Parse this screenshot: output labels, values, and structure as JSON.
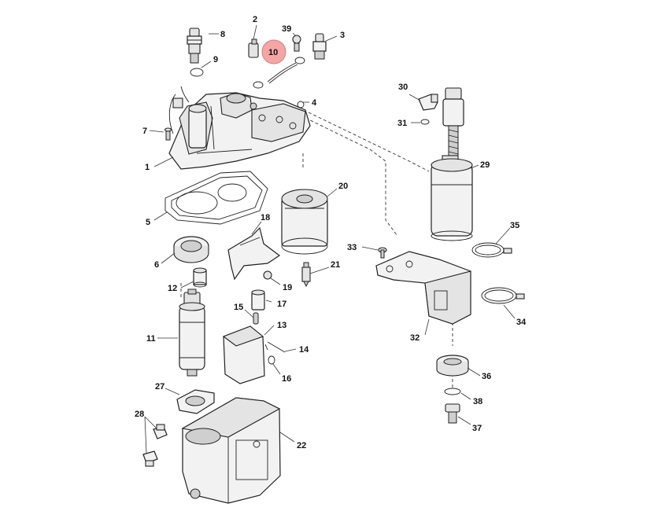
{
  "diagram": {
    "highlight_color": "#f4a6a6",
    "callouts": {
      "c1": "1",
      "c2": "2",
      "c3": "3",
      "c4": "4",
      "c5": "5",
      "c6": "6",
      "c7": "7",
      "c8": "8",
      "c9": "9",
      "c10": "10",
      "c11": "11",
      "c12": "12",
      "c13": "13",
      "c14": "14",
      "c15": "15",
      "c16": "16",
      "c17": "17",
      "c18": "18",
      "c19": "19",
      "c20": "20",
      "c21": "21",
      "c22": "22",
      "c27": "27",
      "c28": "28",
      "c29": "29",
      "c30": "30",
      "c31": "31",
      "c32": "32",
      "c33": "33",
      "c34": "34",
      "c35": "35",
      "c36": "36",
      "c37": "37",
      "c38": "38",
      "c39": "39"
    },
    "highlighted_part": "10"
  }
}
